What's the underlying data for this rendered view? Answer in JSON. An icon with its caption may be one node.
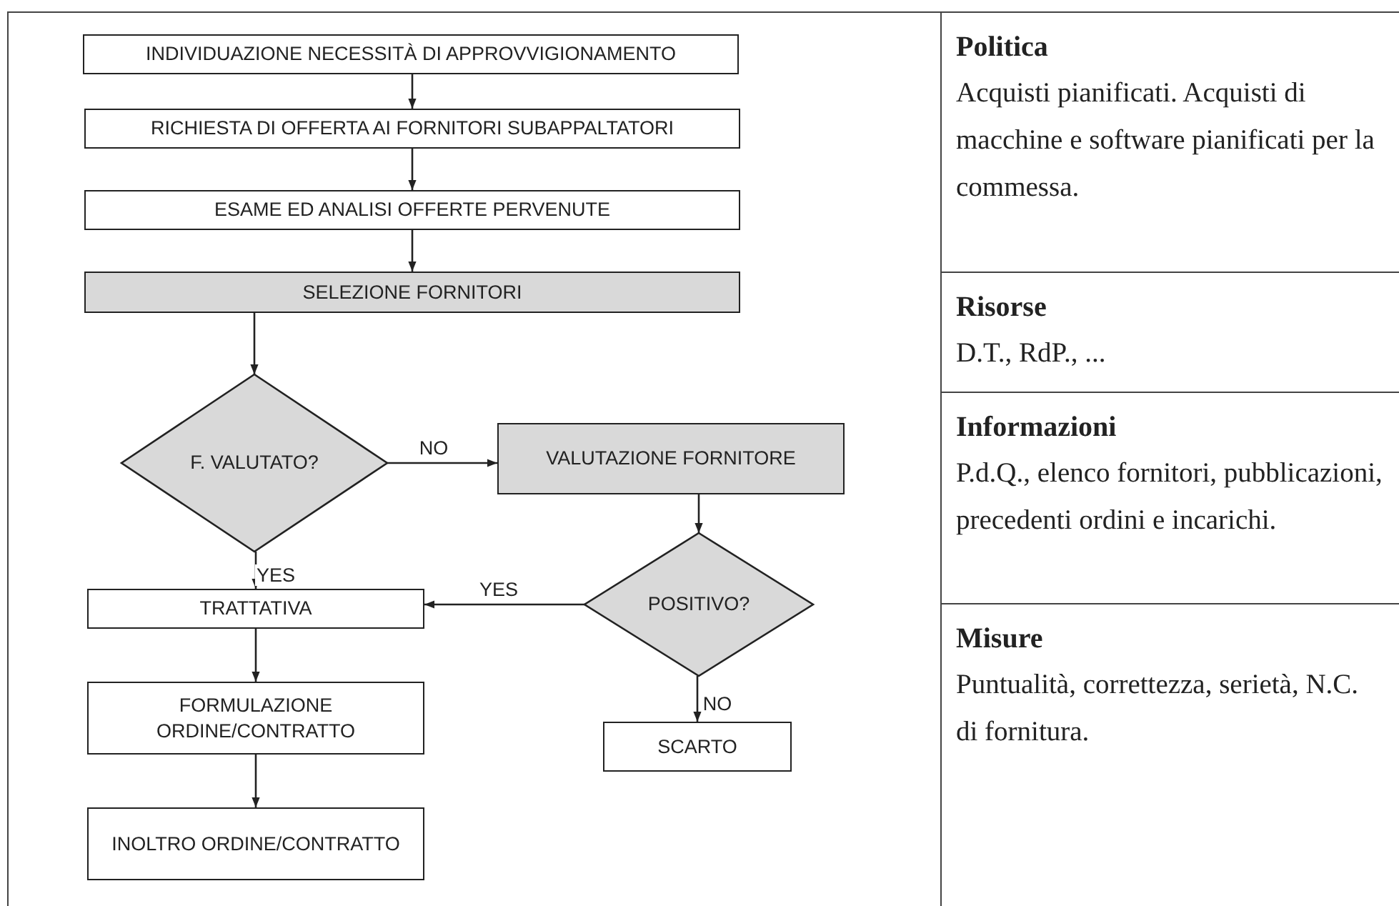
{
  "diagram": {
    "nodes": [
      {
        "text": [
          "INDIVIDUAZIONE NECESSITÀ DI APPROVVIGIONAMENTO"
        ]
      },
      {
        "text": [
          "RICHIESTA DI OFFERTA AI FORNITORI SUBAPPALTATORI"
        ]
      },
      {
        "text": [
          "ESAME ED ANALISI OFFERTE PERVENUTE"
        ]
      },
      {
        "text": [
          "SELEZIONE FORNITORI"
        ]
      },
      {
        "text": [
          "F. VALUTATO?"
        ]
      },
      {
        "text": [
          "VALUTAZIONE FORNITORE"
        ]
      },
      {
        "text": [
          "TRATTATIVA"
        ]
      },
      {
        "text": [
          "POSITIVO?"
        ]
      },
      {
        "text": [
          "FORMULAZIONE ORDINE/CONTRATTO"
        ]
      },
      {
        "text": [
          "SCARTO"
        ]
      },
      {
        "text": [
          "INOLTRO ORDINE/CONTRATTO"
        ]
      },
      {
        "text": [
          "Politica",
          "Acquisti pianificati. Acquisti di macchine e software pianificati per la commessa."
        ]
      },
      {
        "text": [
          "Risorse",
          "D.T., RdP., ..."
        ]
      },
      {
        "text": [
          "Informazioni",
          "P.d.Q., elenco fornitori, pubblicazioni, precedenti ordini e incarichi."
        ]
      },
      {
        "text": [
          "Misure",
          "Puntualità, correttezza, serietà, N.C. di fornitura."
        ]
      }
    ],
    "edges": [
      {
        "from": 0,
        "to": 1,
        "arrow": "to"
      },
      {
        "from": 1,
        "to": 2,
        "arrow": "to"
      },
      {
        "from": 2,
        "to": 3,
        "arrow": "to"
      },
      {
        "from": 3,
        "to": 4,
        "arrow": "to"
      },
      {
        "from": 4,
        "to": 5,
        "arrow": "to",
        "label": "NO"
      },
      {
        "from": 4,
        "to": 6,
        "arrow": "to",
        "label": "YES"
      },
      {
        "from": 5,
        "to": 7,
        "arrow": "to"
      },
      {
        "from": 7,
        "to": 6,
        "arrow": "to",
        "label": "YES"
      },
      {
        "from": 7,
        "to": 9,
        "arrow": "to",
        "label": "NO"
      },
      {
        "from": 6,
        "to": 8,
        "arrow": "to"
      },
      {
        "from": 8,
        "to": 10,
        "arrow": "to"
      }
    ]
  }
}
